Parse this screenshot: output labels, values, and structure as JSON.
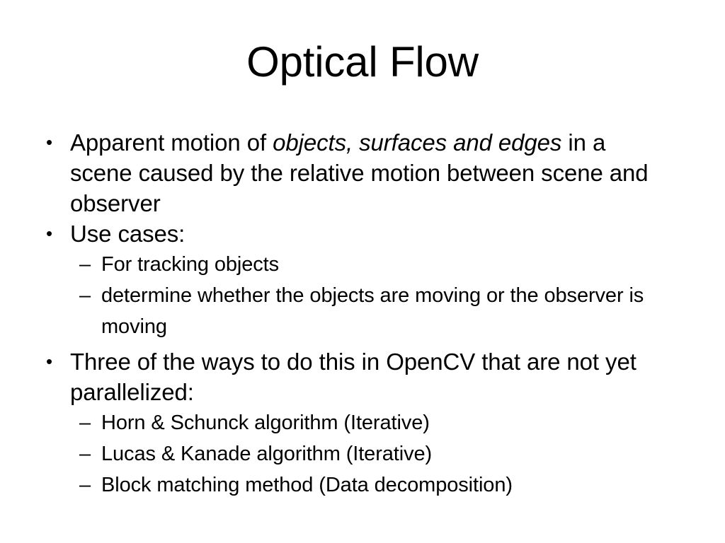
{
  "slide": {
    "title": "Optical Flow",
    "background_color": "#ffffff",
    "text_color": "#000000",
    "bullet_marker_l1": "•",
    "bullet_marker_l2": "–",
    "blocks": [
      {
        "level": 1,
        "text_before_italic": "Apparent motion of ",
        "italic_text": "objects, surfaces and edges",
        "text_after_italic": " in a scene caused by the relative motion between scene and observer"
      },
      {
        "level": 1,
        "text": "Use cases:"
      },
      {
        "level": 2,
        "text": "For tracking objects"
      },
      {
        "level": 2,
        "text": "determine whether the objects are moving or the observer is moving"
      },
      {
        "level": 1,
        "text": "Three of the ways to do this in OpenCV that are not yet parallelized:"
      },
      {
        "level": 2,
        "text": "Horn & Schunck algorithm (Iterative)"
      },
      {
        "level": 2,
        "text": "Lucas & Kanade algorithm (Iterative)"
      },
      {
        "level": 2,
        "text": "Block matching method (Data decomposition)"
      }
    ]
  }
}
